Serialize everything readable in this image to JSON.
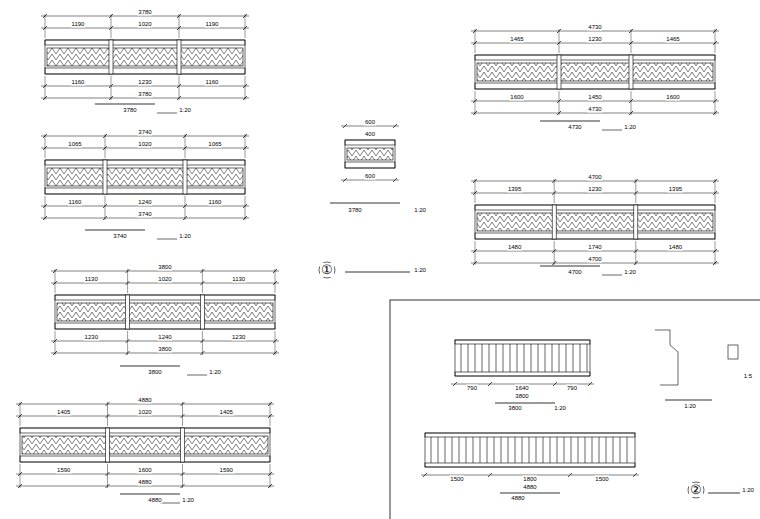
{
  "diagram": {
    "labels": [
      "3780",
      "1190",
      "1020",
      "1190",
      "1160",
      "1230",
      "1160",
      "3780",
      "3780",
      "1:20",
      "3740",
      "1065",
      "1020",
      "1065",
      "1160",
      "1240",
      "1160",
      "3740",
      "3740",
      "1:20",
      "3800",
      "1130",
      "1020",
      "1130",
      "1230",
      "1240",
      "1230",
      "3800",
      "3800",
      "1:20",
      "4880",
      "1405",
      "1020",
      "1405",
      "1590",
      "1600",
      "1590",
      "4880",
      "4880",
      "1:20",
      "4730",
      "1465",
      "1230",
      "1465",
      "1600",
      "1450",
      "1600",
      "4730",
      "4730",
      "1:20",
      "4700",
      "1395",
      "1230",
      "1395",
      "1480",
      "1740",
      "1480",
      "4700",
      "4700",
      "1:20",
      "600",
      "400",
      "600",
      "3780",
      "1:20",
      "①",
      "1:20",
      "790",
      "1640",
      "790",
      "3800",
      "3800",
      "1:20",
      "1:20",
      "1:5",
      "1500",
      "1800",
      "1500",
      "4880",
      "4880",
      "②",
      "1:20"
    ]
  }
}
